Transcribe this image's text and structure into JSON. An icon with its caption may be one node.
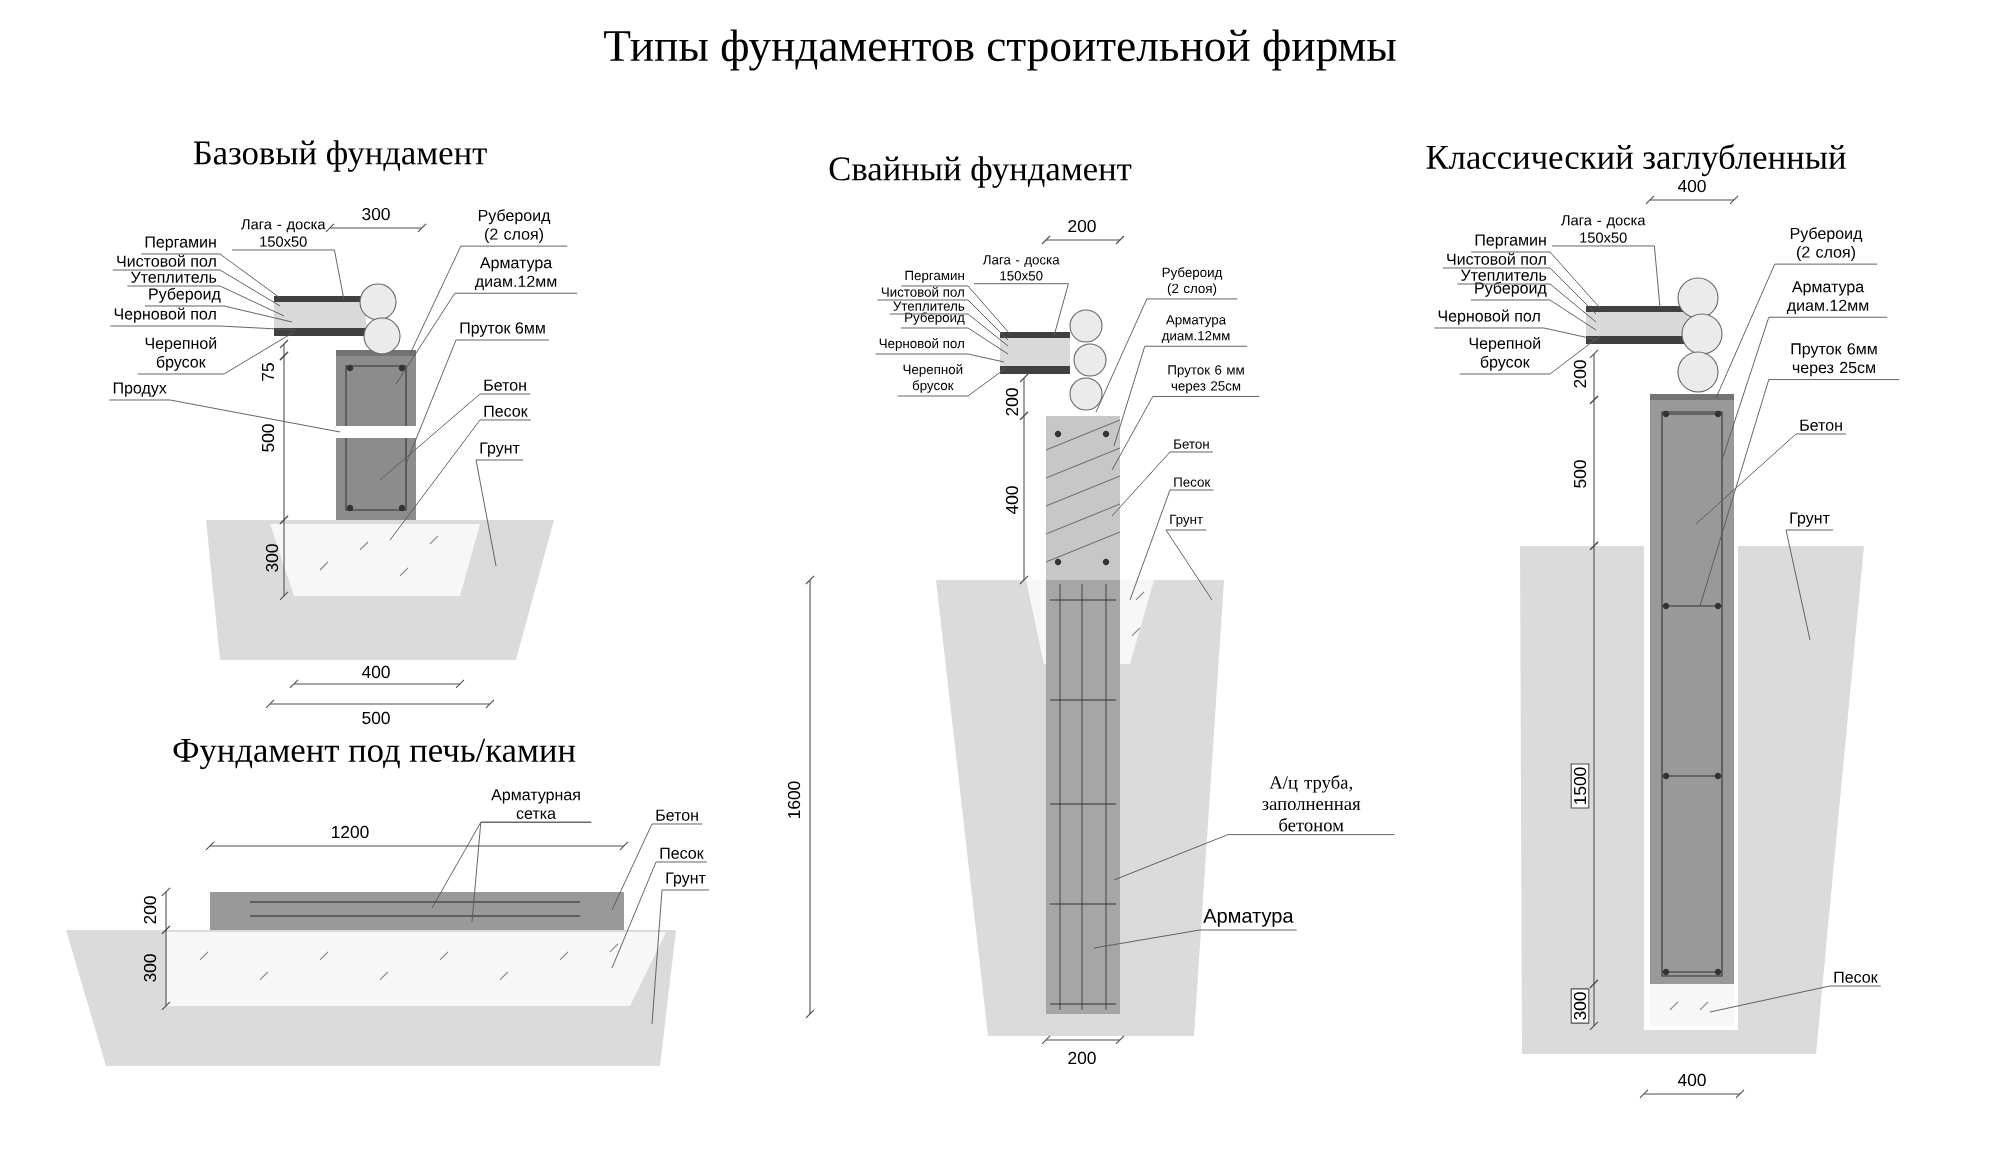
{
  "diagram": {
    "title": "Типы фундаментов строительной фирмы",
    "nodes": [
      {
        "text": [
          "Пергамин"
        ]
      },
      {
        "text": [
          "Чистовой пол"
        ]
      },
      {
        "text": [
          "Утеплитель"
        ]
      },
      {
        "text": [
          "Рубероид"
        ]
      },
      {
        "text": [
          "Черновой пол"
        ]
      },
      {
        "text": [
          "Черепной брусок"
        ]
      },
      {
        "text": [
          "Лага - доска 150x50"
        ]
      },
      {
        "text": [
          "Рубероид (2 слоя)"
        ]
      },
      {
        "text": [
          "Арматура диам.12мм"
        ]
      },
      {
        "text": [
          "Пруток 6мм"
        ]
      },
      {
        "text": [
          "Бетон"
        ]
      },
      {
        "text": [
          "Песок"
        ]
      },
      {
        "text": [
          "Грунт"
        ]
      },
      {
        "text": [
          "Продух"
        ]
      },
      {
        "text": [
          "Пергамин"
        ]
      },
      {
        "text": [
          "Чистовой пол"
        ]
      },
      {
        "text": [
          "Утеплитель"
        ]
      },
      {
        "text": [
          "Рубероид"
        ]
      },
      {
        "text": [
          "Черновой пол"
        ]
      },
      {
        "text": [
          "Черепной брусок"
        ]
      },
      {
        "text": [
          "Лага - доска 150x50"
        ]
      },
      {
        "text": [
          "Рубероид (2 слоя)"
        ]
      },
      {
        "text": [
          "Арматура диам.12мм"
        ]
      },
      {
        "text": [
          "Пруток 6 мм через 25см"
        ]
      },
      {
        "text": [
          "Бетон"
        ]
      },
      {
        "text": [
          "Песок"
        ]
      },
      {
        "text": [
          "Грунт"
        ]
      },
      {
        "text": [
          "А/ц труба, заполненная бетоном"
        ]
      },
      {
        "text": [
          "Арматура"
        ]
      },
      {
        "text": [
          "Пергамин"
        ]
      },
      {
        "text": [
          "Чистовой пол"
        ]
      },
      {
        "text": [
          "Утеплитель"
        ]
      },
      {
        "text": [
          "Рубероид"
        ]
      },
      {
        "text": [
          "Черновой пол"
        ]
      },
      {
        "text": [
          "Черепной брусок"
        ]
      },
      {
        "text": [
          "Лага - доска 150x50"
        ]
      },
      {
        "text": [
          "Рубероид (2 слоя)"
        ]
      },
      {
        "text": [
          "Арматура диам.12мм"
        ]
      },
      {
        "text": [
          "Пруток 6мм через 25см"
        ]
      },
      {
        "text": [
          "Бетон"
        ]
      },
      {
        "text": [
          "Грунт"
        ]
      },
      {
        "text": [
          "Песок"
        ]
      },
      {
        "text": [
          "Арматурная сетка"
        ]
      },
      {
        "text": [
          "Бетон"
        ]
      },
      {
        "text": [
          "Песок"
        ]
      },
      {
        "text": [
          "Грунт"
        ]
      },
      {
        "text": [],
        "shape": "box"
      },
      {
        "text": [],
        "shape": "box",
        "in": 46
      },
      {
        "text": [],
        "shape": "box"
      }
    ],
    "edges": [
      {
        "from": 0,
        "to": null,
        "arrow": "none"
      },
      {
        "from": 1,
        "to": null,
        "arrow": "none"
      },
      {
        "from": 2,
        "to": null,
        "arrow": "none"
      },
      {
        "from": 3,
        "to": null,
        "arrow": "none"
      },
      {
        "from": 4,
        "to": null,
        "arrow": "none"
      },
      {
        "from": 5,
        "to": null,
        "arrow": "none"
      },
      {
        "from": 6,
        "to": null,
        "arrow": "none"
      },
      {
        "from": 7,
        "to": null,
        "arrow": "none"
      },
      {
        "from": 8,
        "to": null,
        "arrow": "none"
      },
      {
        "from": 9,
        "to": null,
        "arrow": "none"
      },
      {
        "from": 10,
        "to": null,
        "arrow": "none"
      },
      {
        "from": 11,
        "to": null,
        "arrow": "none"
      },
      {
        "from": 12,
        "to": null,
        "arrow": "none"
      },
      {
        "from": 13,
        "to": null,
        "arrow": "none"
      },
      {
        "from": 14,
        "to": null,
        "arrow": "none"
      },
      {
        "from": 15,
        "to": null,
        "arrow": "none"
      },
      {
        "from": 16,
        "to": null,
        "arrow": "none"
      },
      {
        "from": 17,
        "to": null,
        "arrow": "none"
      },
      {
        "from": 18,
        "to": null,
        "arrow": "none"
      },
      {
        "from": 19,
        "to": null,
        "arrow": "none"
      },
      {
        "from": 20,
        "to": null,
        "arrow": "none"
      },
      {
        "from": 21,
        "to": null,
        "arrow": "none"
      },
      {
        "from": 22,
        "to": null,
        "arrow": "none"
      },
      {
        "from": 23,
        "to": null,
        "arrow": "none"
      },
      {
        "from": 24,
        "to": null,
        "arrow": "none"
      },
      {
        "from": 25,
        "to": null,
        "arrow": "none"
      },
      {
        "from": 26,
        "to": null,
        "arrow": "none"
      },
      {
        "from": 27,
        "to": null,
        "arrow": "none"
      },
      {
        "from": 28,
        "to": null,
        "arrow": "none"
      },
      {
        "from": 29,
        "to": null,
        "arrow": "none"
      },
      {
        "from": 30,
        "to": null,
        "arrow": "none"
      },
      {
        "from": 31,
        "to": null,
        "arrow": "none"
      },
      {
        "from": 32,
        "to": null,
        "arrow": "none"
      },
      {
        "from": 33,
        "to": null,
        "arrow": "none"
      },
      {
        "from": 34,
        "to": null,
        "arrow": "none"
      },
      {
        "from": 35,
        "to": null,
        "arrow": "none"
      },
      {
        "from": 36,
        "to": null,
        "arrow": "none"
      },
      {
        "from": 37,
        "to": null,
        "arrow": "none"
      },
      {
        "from": 38,
        "to": null,
        "arrow": "none"
      },
      {
        "from": 39,
        "to": null,
        "arrow": "none"
      },
      {
        "from": 40,
        "to": null,
        "arrow": "none"
      },
      {
        "from": 41,
        "to": null,
        "arrow": "none"
      },
      {
        "from": 42,
        "to": 48,
        "arrow": "none"
      },
      {
        "from": 42,
        "to": 48,
        "arrow": "none"
      },
      {
        "from": 43,
        "to": 48,
        "arrow": "none"
      },
      {
        "from": 44,
        "to": 47,
        "arrow": "none"
      },
      {
        "from": 45,
        "to": 46,
        "arrow": "none"
      }
    ],
    "labels": [
      "Базовый фундамент",
      "Свайный фундамент",
      "Классический заглубленный",
      "300",
      "75",
      "500",
      "300",
      "400",
      "500",
      "200",
      "200",
      "400",
      "1600",
      "200",
      "400",
      "200",
      "500",
      "1500",
      "300",
      "400",
      "Фундамент под печь/камин",
      "1200",
      "200",
      "300"
    ]
  }
}
